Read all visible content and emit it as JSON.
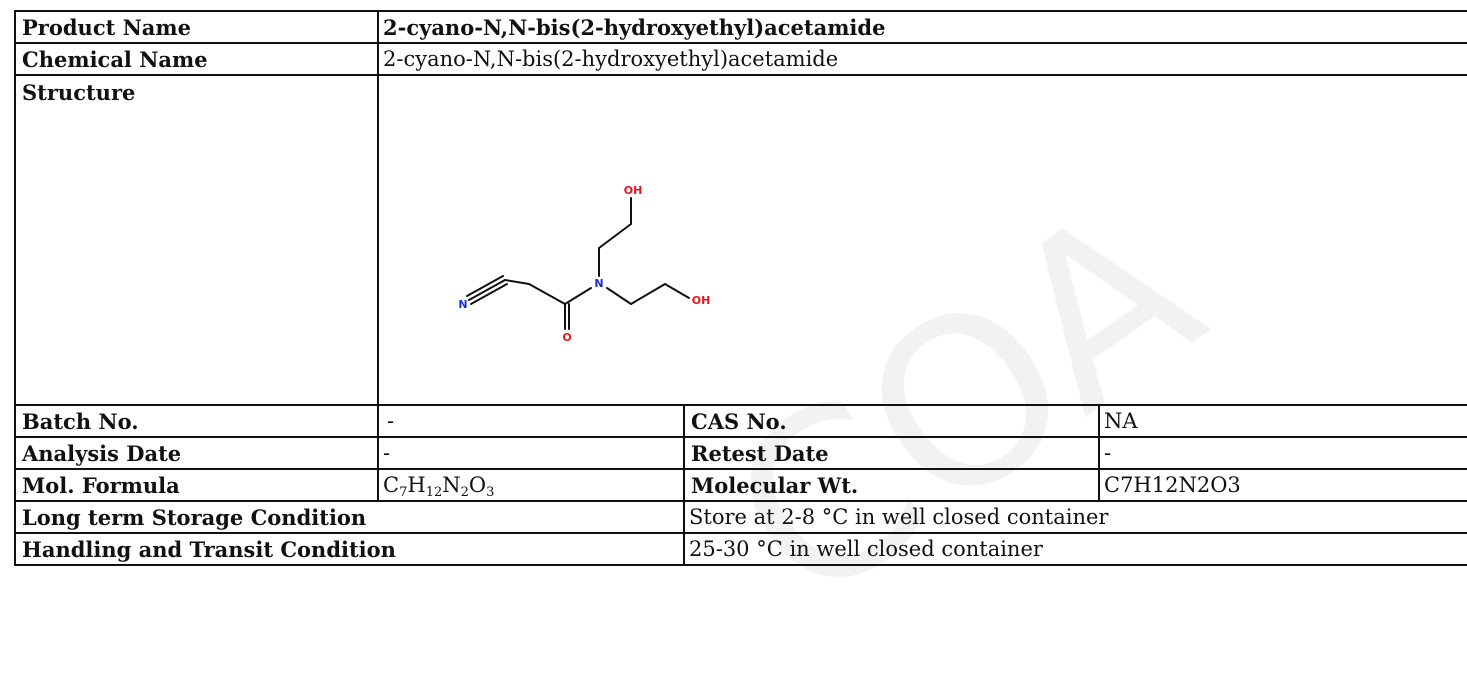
{
  "product_name": {
    "label": "Product Name",
    "value": "2-cyano-N,N-bis(2-hydroxyethyl)acetamide"
  },
  "chemical_name": {
    "label": "Chemical Name",
    "value": "2-cyano-N,N-bis(2-hydroxyethyl)acetamide"
  },
  "structure": {
    "label": "Structure",
    "atoms": {
      "oh_top": "OH",
      "oh_right": "OH",
      "n_amide": "N",
      "n_nitrile": "N",
      "o_carbonyl": "O"
    },
    "colors": {
      "oxygen": "#e8141c",
      "nitrogen": "#1a2bd6",
      "bond": "#111111"
    }
  },
  "batch": {
    "label": "Batch No.",
    "value": "-"
  },
  "cas": {
    "label": "CAS No.",
    "value": "NA"
  },
  "analysis_date": {
    "label": "Analysis Date",
    "value": "-"
  },
  "retest_date": {
    "label": "Retest Date",
    "value": "-"
  },
  "formula": {
    "label": "Mol. Formula",
    "parts": [
      {
        "el": "C",
        "n": "7"
      },
      {
        "el": "H",
        "n": "12"
      },
      {
        "el": "N",
        "n": "2"
      },
      {
        "el": "O",
        "n": "3"
      }
    ]
  },
  "mol_wt": {
    "label": "Molecular Wt.",
    "value": "C7H12N2O3"
  },
  "storage": {
    "label": "Long term Storage Condition",
    "value": "Store at 2-8 °C in well closed container"
  },
  "handling": {
    "label": "Handling and Transit Condition",
    "value": "25-30 °C in well closed container"
  },
  "watermark": {
    "text": "COA",
    "color": "#f2f2f2"
  }
}
